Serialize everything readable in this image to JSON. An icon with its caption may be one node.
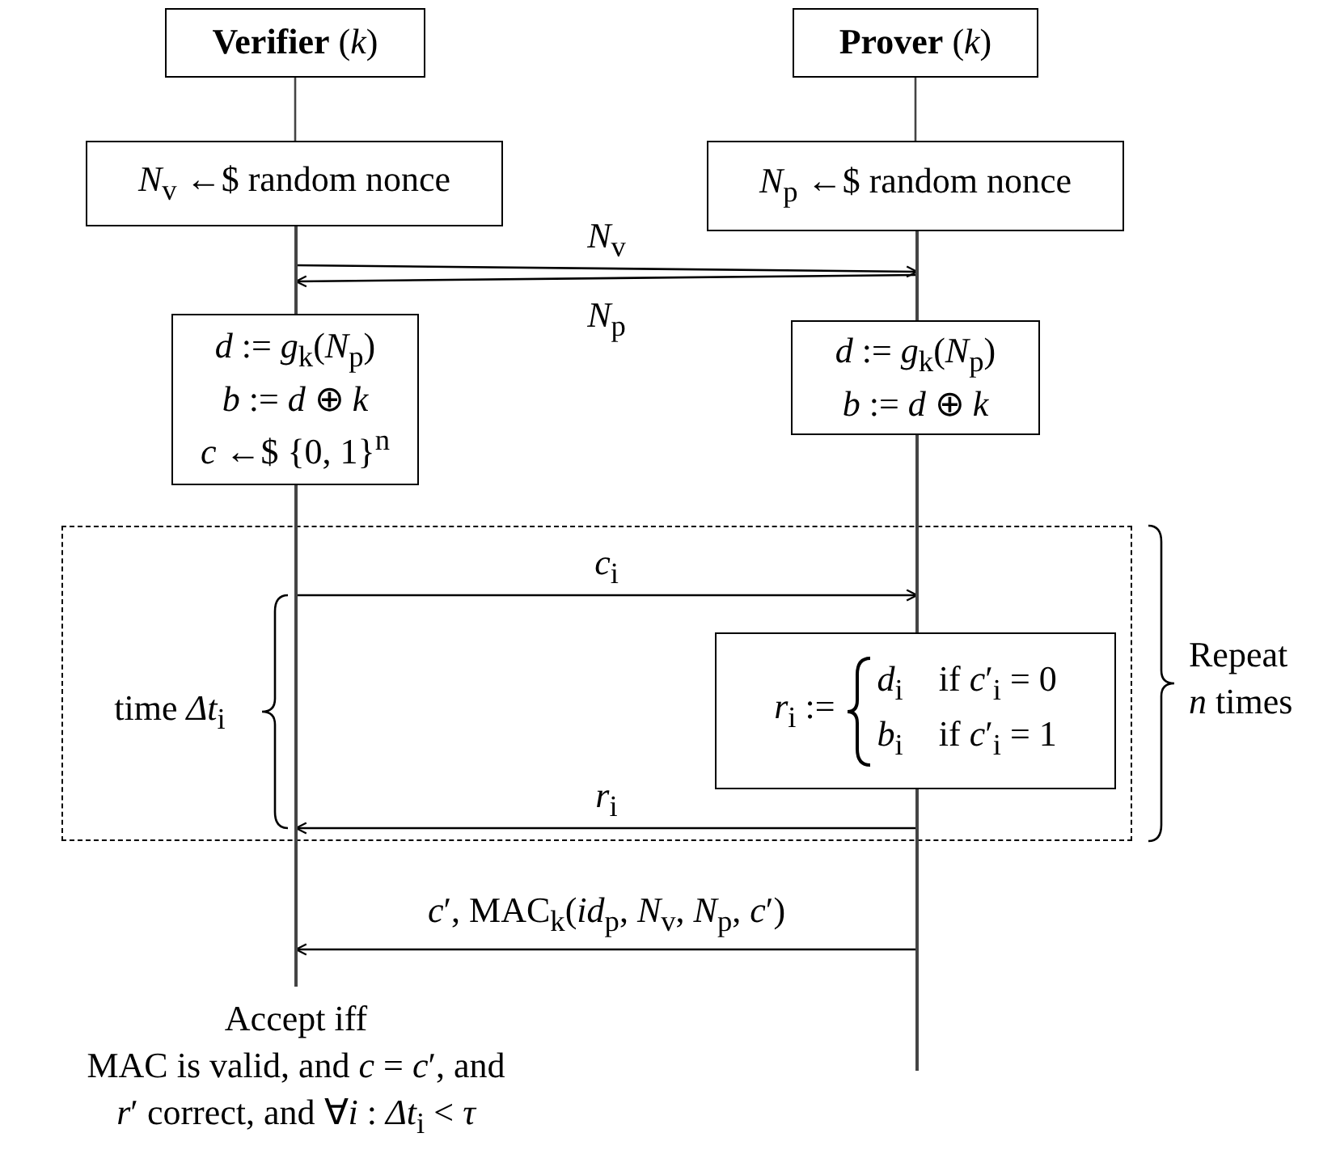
{
  "diagram": {
    "nodes": [
      {
        "text": [
          "**Verifier** (*k*)"
        ]
      },
      {
        "text": [
          "**Prover** (*k*)"
        ]
      },
      {
        "text": [
          "*N*$_{v}$ ←$ random nonce"
        ]
      },
      {
        "text": [
          "*N*$_{p}$ ←$ random nonce"
        ]
      },
      {
        "text": [
          "*d* := *g*$_{k}$(*N*$_{p}$)",
          "*b* := *d* ⊕ *k*",
          "*c* ←$ {0, 1}$^{n}$"
        ]
      },
      {
        "text": [
          "*d* := *g*$_{k}$(*N*$_{p}$)",
          "*b* := *d* ⊕ *k*"
        ]
      },
      {
        "text": [],
        "shape": "box",
        "beside": [
          "Repeat *n* times"
        ]
      },
      {
        "text": [
          "*r*$_{i}$ :=",
          "*d*$_{i}$    if *c*′$_{i}$ = 0",
          "*b*$_{i}$    if *c*′$_{i}$ = 1"
        ],
        "in": 6
      },
      {
        "text": [],
        "shape": "line"
      },
      {
        "text": [],
        "shape": "line"
      },
      {
        "text": [],
        "shape": "line"
      },
      {
        "text": [],
        "shape": "line"
      },
      {
        "text": [],
        "shape": "line"
      }
    ],
    "edges": [
      {
        "from": 0,
        "to": 2,
        "arrow": "none"
      },
      {
        "from": 1,
        "to": 3,
        "arrow": "none"
      },
      {
        "from": 8,
        "to": 9,
        "arrow": "to",
        "label": "*N*$_{v}$"
      },
      {
        "from": 9,
        "to": 8,
        "arrow": "to",
        "label": "*N*$_{p}$"
      },
      {
        "from": 11,
        "to": 10,
        "arrow": "to",
        "label": "*c*$_{i}$"
      },
      {
        "from": 12,
        "to": 11,
        "arrow": "to",
        "label": "*r*$_{i}$"
      },
      {
        "from": 12,
        "to": 11,
        "arrow": "to",
        "label": "*c*′, MAC$_{k}$(*id*$_{p}$, *N*$_{v}$, *N*$_{p}$, *c*′)"
      }
    ],
    "labels": [
      "time *Δt*$_{i}$",
      "Accept iff",
      "MAC is valid, and *c* = *c*′, and",
      "*r*′ correct, and ∀*i* : *Δt*$_{i}$ < *τ*"
    ]
  }
}
